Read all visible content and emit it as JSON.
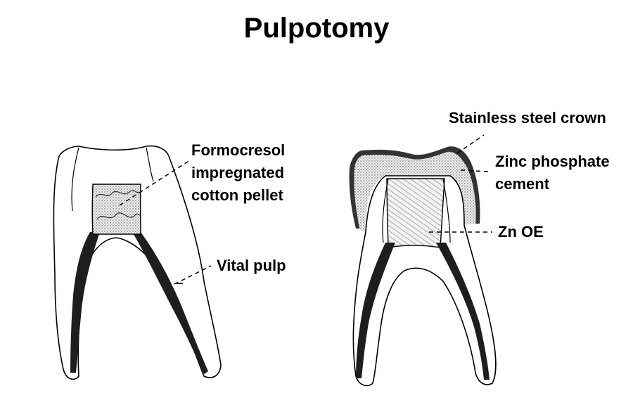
{
  "title": "Pulpotomy",
  "left_labels": {
    "pellet": [
      "Formocresol",
      "impregnated",
      "cotton pellet"
    ],
    "vital_pulp": "Vital pulp"
  },
  "right_labels": {
    "crown": "Stainless steel crown",
    "zinc_phosphate": [
      "Zinc phosphate",
      "cement"
    ],
    "zoe": "Zn OE"
  }
}
